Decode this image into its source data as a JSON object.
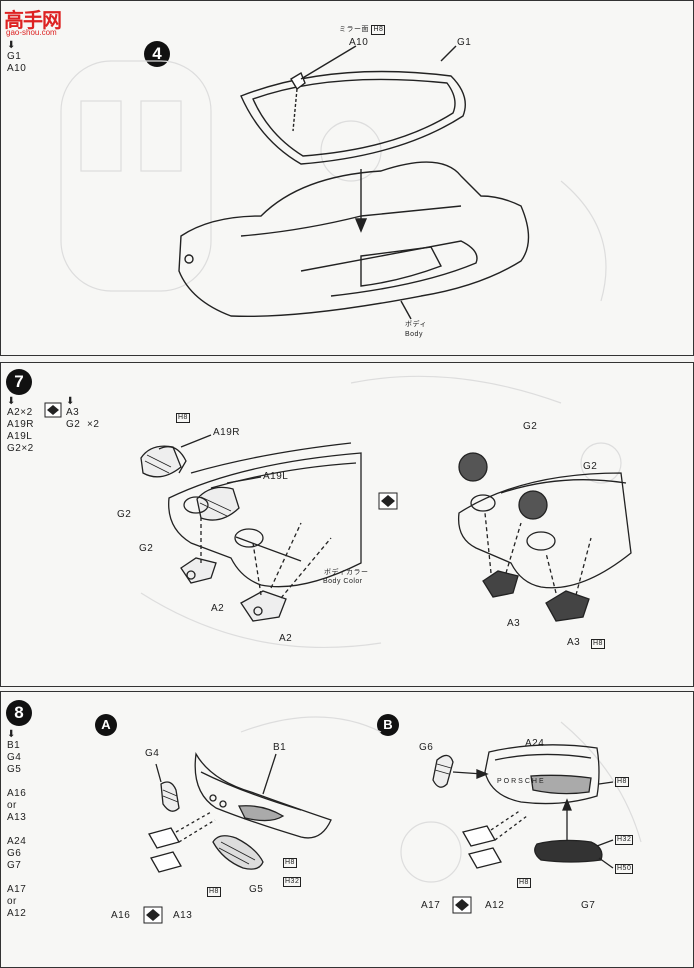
{
  "watermark": {
    "brand": "高手网",
    "url": "gao-shou.com"
  },
  "step4": {
    "number": "4",
    "parts": [
      "G1",
      "A10"
    ],
    "labels": {
      "mirror_jp": "ミラー面",
      "mirror_code": "H8",
      "a10": "A10",
      "g1": "G1",
      "body_jp": "ボディ",
      "body_en": "Body"
    }
  },
  "step7": {
    "number": "7",
    "parts_left": [
      "A2×2",
      "A19R",
      "A19L",
      "G2×2"
    ],
    "parts_right": [
      "A3",
      "G2"
    ],
    "parts_right_mult": "×2",
    "labels": {
      "h8": "H8",
      "a19r": "A19R",
      "a19l": "A19L",
      "g2a": "G2",
      "g2b": "G2",
      "a2a": "A2",
      "a2b": "A2",
      "bodycolor_jp": "ボディカラー",
      "bodycolor_en": "Body Color",
      "g2c": "G2",
      "g2d": "G2",
      "a3a": "A3",
      "a3b": "A3",
      "h8b": "H8"
    }
  },
  "step8": {
    "number": "8",
    "parts": [
      "B1",
      "G4",
      "G5",
      "",
      "A16",
      "or",
      "A13",
      "",
      "A24",
      "G6",
      "G7",
      "",
      "A17",
      "or",
      "A12"
    ],
    "sub_a": "A",
    "sub_b": "B",
    "labels": {
      "g4": "G4",
      "b1": "B1",
      "h8a": "H8",
      "g5": "G5",
      "h32a": "H32",
      "h8c": "H8",
      "a16": "A16",
      "a13": "A13",
      "g6": "G6",
      "a24": "A24",
      "h8d": "H8",
      "h32b": "H32",
      "h50": "H50",
      "h8e": "H8",
      "a17": "A17",
      "a12": "A12",
      "g7": "G7",
      "porsche": "PORSCHE"
    }
  }
}
